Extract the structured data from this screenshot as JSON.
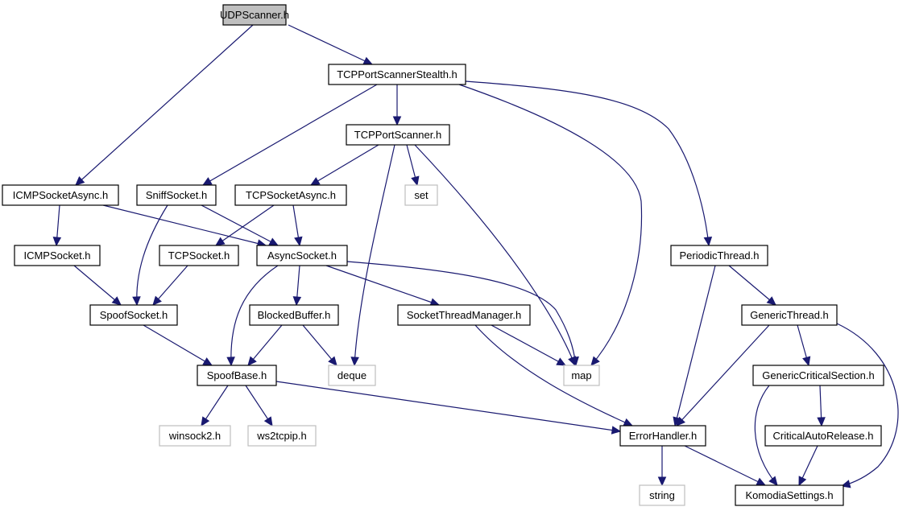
{
  "diagram": {
    "nodes": [
      {
        "id": "udpscanner",
        "label": "UDPScanner.h",
        "kind": "current"
      },
      {
        "id": "tcpstealth",
        "label": "TCPPortScannerStealth.h",
        "kind": "internal"
      },
      {
        "id": "tcpscanner",
        "label": "TCPPortScanner.h",
        "kind": "internal"
      },
      {
        "id": "icmpasync",
        "label": "ICMPSocketAsync.h",
        "kind": "internal"
      },
      {
        "id": "sniff",
        "label": "SniffSocket.h",
        "kind": "internal"
      },
      {
        "id": "tcpasync",
        "label": "TCPSocketAsync.h",
        "kind": "internal"
      },
      {
        "id": "set",
        "label": "set",
        "kind": "external"
      },
      {
        "id": "icmpsocket",
        "label": "ICMPSocket.h",
        "kind": "internal"
      },
      {
        "id": "tcpsocket",
        "label": "TCPSocket.h",
        "kind": "internal"
      },
      {
        "id": "asyncsocket",
        "label": "AsyncSocket.h",
        "kind": "internal"
      },
      {
        "id": "periodic",
        "label": "PeriodicThread.h",
        "kind": "internal"
      },
      {
        "id": "spoofsocket",
        "label": "SpoofSocket.h",
        "kind": "internal"
      },
      {
        "id": "blocked",
        "label": "BlockedBuffer.h",
        "kind": "internal"
      },
      {
        "id": "stm",
        "label": "SocketThreadManager.h",
        "kind": "internal"
      },
      {
        "id": "generic",
        "label": "GenericThread.h",
        "kind": "internal"
      },
      {
        "id": "spoofbase",
        "label": "SpoofBase.h",
        "kind": "internal"
      },
      {
        "id": "deque",
        "label": "deque",
        "kind": "external"
      },
      {
        "id": "map",
        "label": "map",
        "kind": "external"
      },
      {
        "id": "gcs",
        "label": "GenericCriticalSection.h",
        "kind": "internal"
      },
      {
        "id": "winsock",
        "label": "winsock2.h",
        "kind": "external"
      },
      {
        "id": "ws2tcpip",
        "label": "ws2tcpip.h",
        "kind": "external"
      },
      {
        "id": "errorhandler",
        "label": "ErrorHandler.h",
        "kind": "internal"
      },
      {
        "id": "car",
        "label": "CriticalAutoRelease.h",
        "kind": "internal"
      },
      {
        "id": "string",
        "label": "string",
        "kind": "external"
      },
      {
        "id": "komodia",
        "label": "KomodiaSettings.h",
        "kind": "internal"
      }
    ],
    "edges": [
      {
        "from": "udpscanner",
        "to": "icmpasync"
      },
      {
        "from": "udpscanner",
        "to": "tcpstealth"
      },
      {
        "from": "tcpstealth",
        "to": "tcpscanner"
      },
      {
        "from": "tcpstealth",
        "to": "sniff"
      },
      {
        "from": "tcpstealth",
        "to": "map"
      },
      {
        "from": "tcpstealth",
        "to": "periodic"
      },
      {
        "from": "tcpscanner",
        "to": "tcpasync"
      },
      {
        "from": "tcpscanner",
        "to": "set"
      },
      {
        "from": "tcpscanner",
        "to": "deque"
      },
      {
        "from": "tcpscanner",
        "to": "map"
      },
      {
        "from": "icmpasync",
        "to": "icmpsocket"
      },
      {
        "from": "icmpasync",
        "to": "asyncsocket"
      },
      {
        "from": "sniff",
        "to": "spoofsocket"
      },
      {
        "from": "sniff",
        "to": "asyncsocket"
      },
      {
        "from": "tcpasync",
        "to": "tcpsocket"
      },
      {
        "from": "tcpasync",
        "to": "asyncsocket"
      },
      {
        "from": "icmpsocket",
        "to": "spoofsocket"
      },
      {
        "from": "tcpsocket",
        "to": "spoofsocket"
      },
      {
        "from": "asyncsocket",
        "to": "spoofbase"
      },
      {
        "from": "asyncsocket",
        "to": "blocked"
      },
      {
        "from": "asyncsocket",
        "to": "stm"
      },
      {
        "from": "asyncsocket",
        "to": "map"
      },
      {
        "from": "spoofsocket",
        "to": "spoofbase"
      },
      {
        "from": "blocked",
        "to": "spoofbase"
      },
      {
        "from": "blocked",
        "to": "deque"
      },
      {
        "from": "stm",
        "to": "map"
      },
      {
        "from": "stm",
        "to": "errorhandler"
      },
      {
        "from": "spoofbase",
        "to": "winsock"
      },
      {
        "from": "spoofbase",
        "to": "ws2tcpip"
      },
      {
        "from": "spoofbase",
        "to": "errorhandler"
      },
      {
        "from": "periodic",
        "to": "errorhandler"
      },
      {
        "from": "periodic",
        "to": "generic"
      },
      {
        "from": "generic",
        "to": "errorhandler"
      },
      {
        "from": "generic",
        "to": "gcs"
      },
      {
        "from": "generic",
        "to": "komodia"
      },
      {
        "from": "gcs",
        "to": "car"
      },
      {
        "from": "gcs",
        "to": "komodia"
      },
      {
        "from": "car",
        "to": "komodia"
      },
      {
        "from": "errorhandler",
        "to": "string"
      },
      {
        "from": "errorhandler",
        "to": "komodia"
      }
    ],
    "colors": {
      "edge": "#191970",
      "current_fill": "#bfbfbf",
      "node_border": "#000000",
      "external_border": "#bfbfbf",
      "background": "#ffffff"
    }
  }
}
